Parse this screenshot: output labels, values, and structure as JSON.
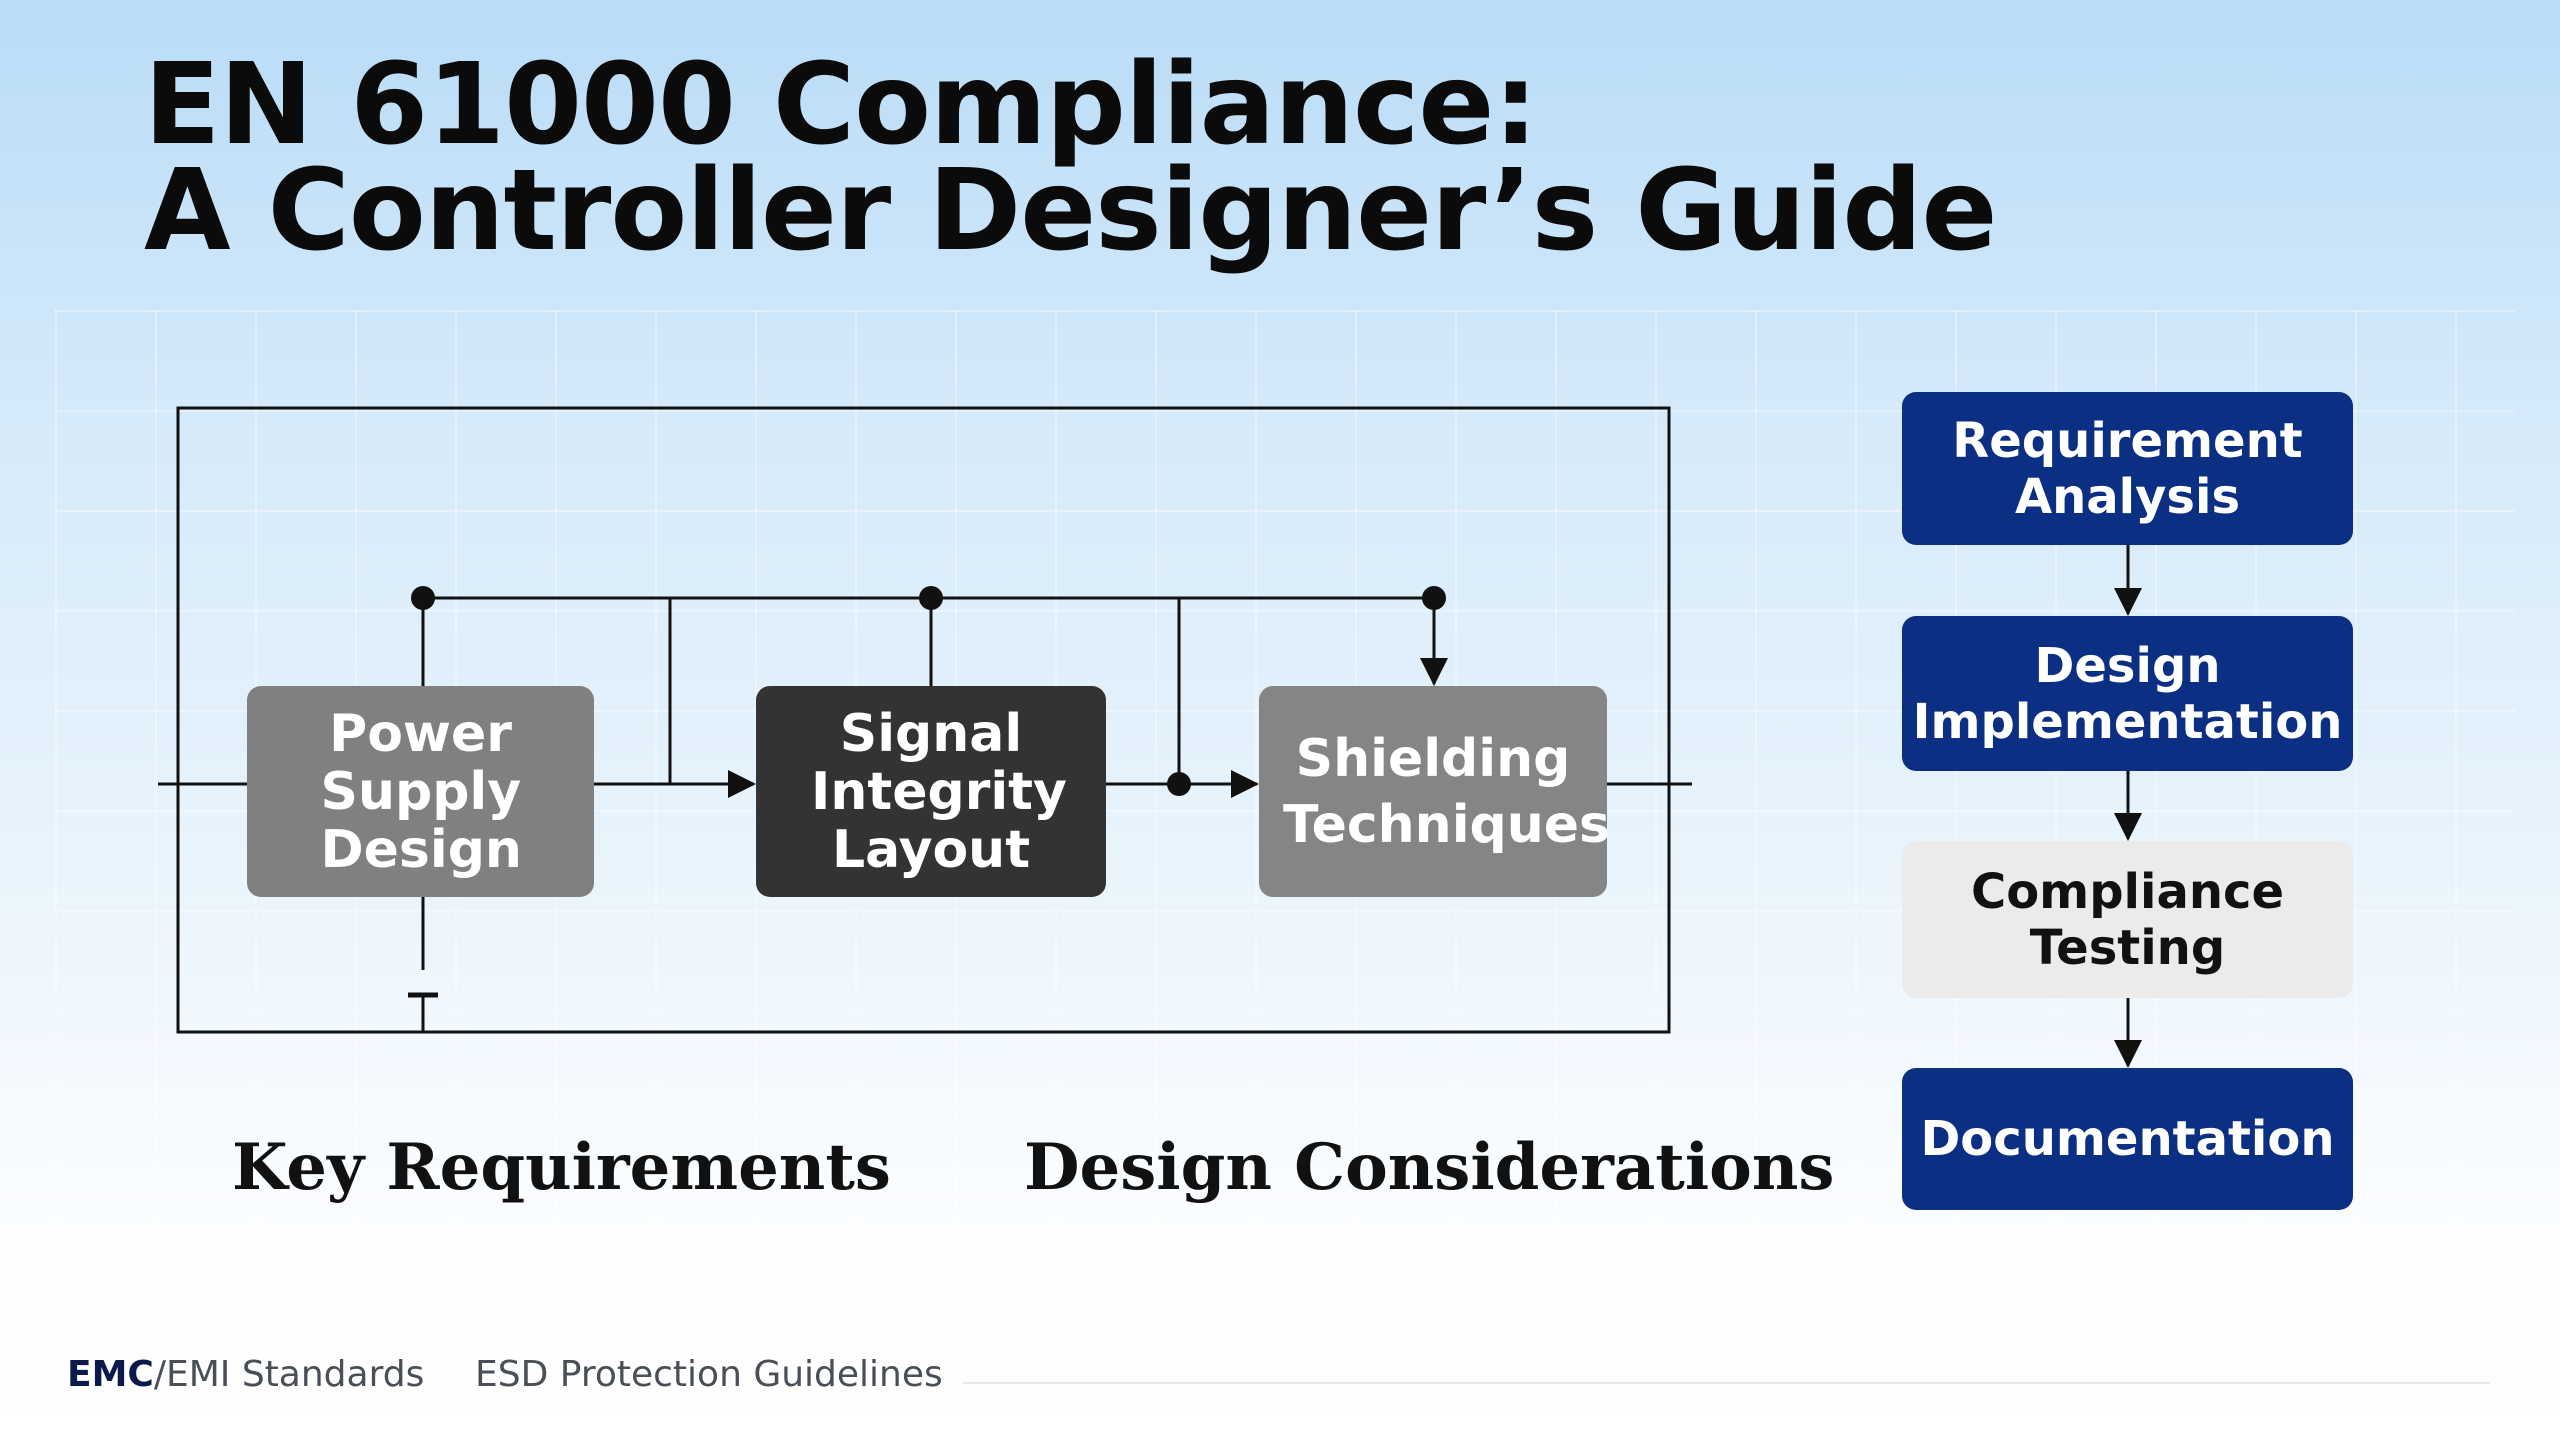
{
  "title": {
    "line1": "EN 61000 Compliance:",
    "line2": "A Controller Designer’s Guide"
  },
  "diagram": {
    "blocks": [
      {
        "label": "Power Supply Design",
        "color": "#808080"
      },
      {
        "label": "Signal Integrity Layout",
        "color": "#333333"
      },
      {
        "label": "Shielding Techniques",
        "color": "#858585"
      }
    ]
  },
  "sections": {
    "left": "Key Requirements",
    "right": "Design Considerations"
  },
  "flow": [
    {
      "label": "Requirement Analysis",
      "color": "#0b2f82"
    },
    {
      "label": "Design Implementation",
      "color": "#0b2f82"
    },
    {
      "label": "Compliance Testing",
      "color": "#ebebeb"
    },
    {
      "label": "Documentation",
      "color": "#0b2f82"
    }
  ],
  "footer": {
    "emc": "EMC",
    "emi": "/EMI Standards",
    "esd": "ESD Protection Guidelines"
  }
}
